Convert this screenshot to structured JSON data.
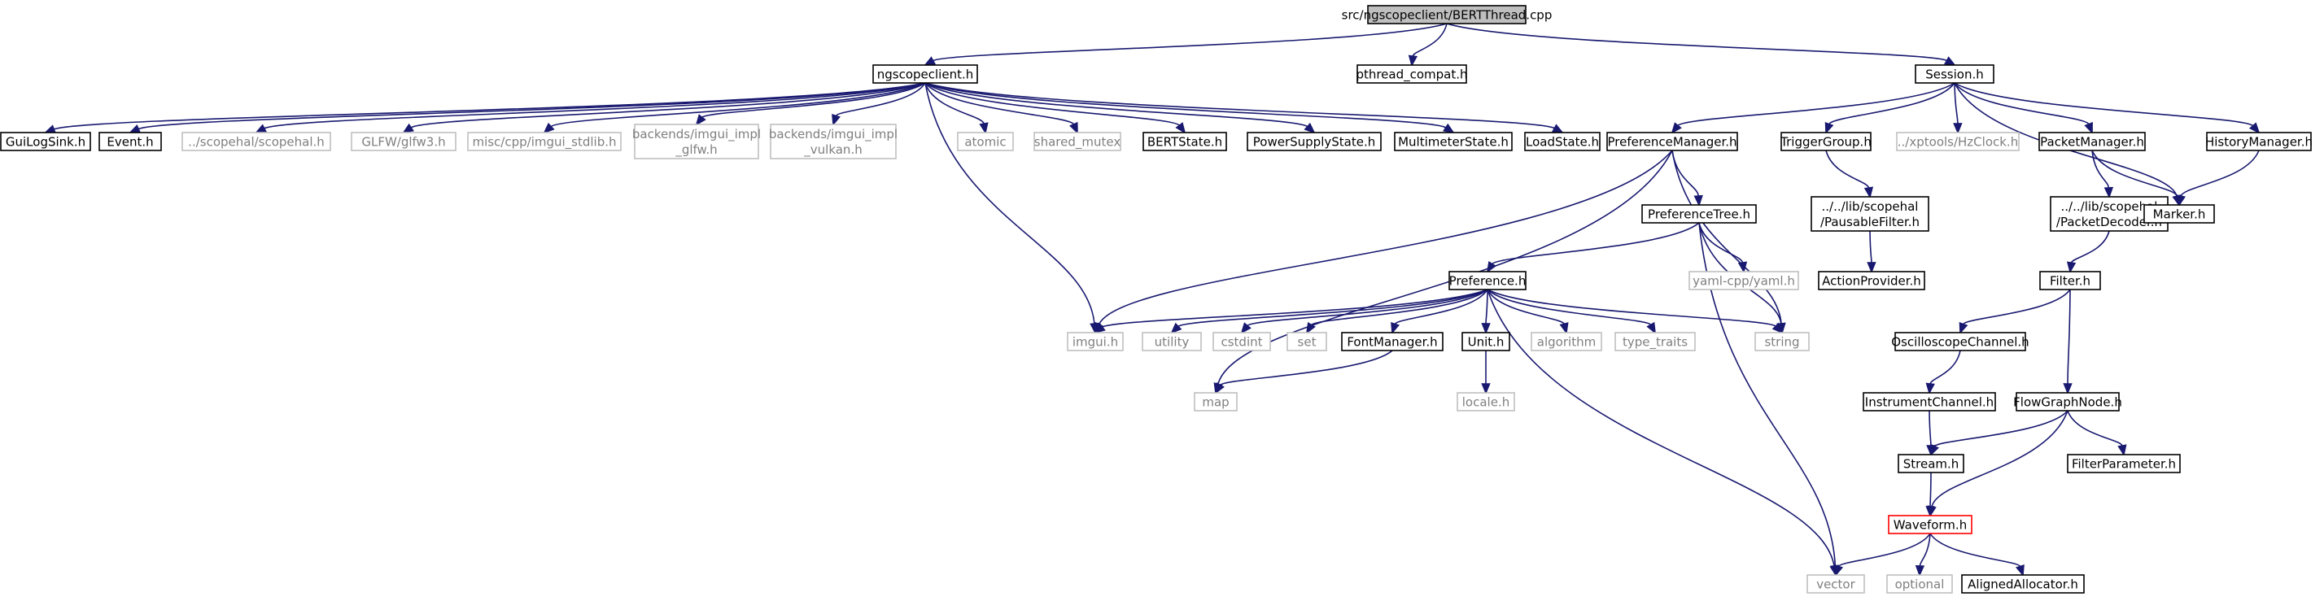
{
  "colors": {
    "edge": "#191970",
    "root_fill": "#bfbfbf",
    "local_border": "#000000",
    "system_border": "#bfbfbf",
    "system_text": "#7f7f7f",
    "missing_border": "#ff0000"
  },
  "nodes": [
    {
      "id": "root",
      "label": [
        "src/ngscopeclient/BERTThread.cpp"
      ],
      "kind": "root"
    },
    {
      "id": "ngscopeclient",
      "label": [
        "ngscopeclient.h"
      ],
      "kind": "local"
    },
    {
      "id": "pthread",
      "label": [
        "pthread_compat.h"
      ],
      "kind": "local"
    },
    {
      "id": "session",
      "label": [
        "Session.h"
      ],
      "kind": "local"
    },
    {
      "id": "guilogsink",
      "label": [
        "GuiLogSink.h"
      ],
      "kind": "local"
    },
    {
      "id": "event",
      "label": [
        "Event.h"
      ],
      "kind": "local"
    },
    {
      "id": "scopehal",
      "label": [
        "../scopehal/scopehal.h"
      ],
      "kind": "system"
    },
    {
      "id": "glfw3",
      "label": [
        "GLFW/glfw3.h"
      ],
      "kind": "system"
    },
    {
      "id": "imguistdlib",
      "label": [
        "misc/cpp/imgui_stdlib.h"
      ],
      "kind": "system"
    },
    {
      "id": "implglfw",
      "label": [
        "backends/imgui_impl",
        "_glfw.h"
      ],
      "kind": "system"
    },
    {
      "id": "implvulkan",
      "label": [
        "backends/imgui_impl",
        "_vulkan.h"
      ],
      "kind": "system"
    },
    {
      "id": "atomic",
      "label": [
        "atomic"
      ],
      "kind": "system"
    },
    {
      "id": "sharedmutex",
      "label": [
        "shared_mutex"
      ],
      "kind": "system"
    },
    {
      "id": "bertstate",
      "label": [
        "BERTState.h"
      ],
      "kind": "local"
    },
    {
      "id": "psustate",
      "label": [
        "PowerSupplyState.h"
      ],
      "kind": "local"
    },
    {
      "id": "mmstate",
      "label": [
        "MultimeterState.h"
      ],
      "kind": "local"
    },
    {
      "id": "loadstate",
      "label": [
        "LoadState.h"
      ],
      "kind": "local"
    },
    {
      "id": "prefmgr",
      "label": [
        "PreferenceManager.h"
      ],
      "kind": "local"
    },
    {
      "id": "triggergroup",
      "label": [
        "TriggerGroup.h"
      ],
      "kind": "local"
    },
    {
      "id": "hzclock",
      "label": [
        "../xptools/HzClock.h"
      ],
      "kind": "system"
    },
    {
      "id": "packetmgr",
      "label": [
        "PacketManager.h"
      ],
      "kind": "local"
    },
    {
      "id": "historymgr",
      "label": [
        "HistoryManager.h"
      ],
      "kind": "local"
    },
    {
      "id": "preftree",
      "label": [
        "PreferenceTree.h"
      ],
      "kind": "local"
    },
    {
      "id": "pausable",
      "label": [
        "../../lib/scopehal",
        "/PausableFilter.h"
      ],
      "kind": "local"
    },
    {
      "id": "packetdecoder",
      "label": [
        "../../lib/scopehal",
        "/PacketDecoder.h"
      ],
      "kind": "local"
    },
    {
      "id": "marker",
      "label": [
        "Marker.h"
      ],
      "kind": "local"
    },
    {
      "id": "preference",
      "label": [
        "Preference.h"
      ],
      "kind": "local"
    },
    {
      "id": "yaml",
      "label": [
        "yaml-cpp/yaml.h"
      ],
      "kind": "system"
    },
    {
      "id": "actionprovider",
      "label": [
        "ActionProvider.h"
      ],
      "kind": "local"
    },
    {
      "id": "filter",
      "label": [
        "Filter.h"
      ],
      "kind": "local"
    },
    {
      "id": "imgui",
      "label": [
        "imgui.h"
      ],
      "kind": "system"
    },
    {
      "id": "utility",
      "label": [
        "utility"
      ],
      "kind": "system"
    },
    {
      "id": "cstdint",
      "label": [
        "cstdint"
      ],
      "kind": "system"
    },
    {
      "id": "set",
      "label": [
        "set"
      ],
      "kind": "system"
    },
    {
      "id": "fontmgr",
      "label": [
        "FontManager.h"
      ],
      "kind": "local"
    },
    {
      "id": "unit",
      "label": [
        "Unit.h"
      ],
      "kind": "local"
    },
    {
      "id": "algorithm",
      "label": [
        "algorithm"
      ],
      "kind": "system"
    },
    {
      "id": "typetraits",
      "label": [
        "type_traits"
      ],
      "kind": "system"
    },
    {
      "id": "string",
      "label": [
        "string"
      ],
      "kind": "system"
    },
    {
      "id": "oscchannel",
      "label": [
        "OscilloscopeChannel.h"
      ],
      "kind": "local"
    },
    {
      "id": "map",
      "label": [
        "map"
      ],
      "kind": "system"
    },
    {
      "id": "locale",
      "label": [
        "locale.h"
      ],
      "kind": "system"
    },
    {
      "id": "instchannel",
      "label": [
        "InstrumentChannel.h"
      ],
      "kind": "local"
    },
    {
      "id": "flowgraph",
      "label": [
        "FlowGraphNode.h"
      ],
      "kind": "local"
    },
    {
      "id": "stream",
      "label": [
        "Stream.h"
      ],
      "kind": "local"
    },
    {
      "id": "filterparam",
      "label": [
        "FilterParameter.h"
      ],
      "kind": "local"
    },
    {
      "id": "waveform",
      "label": [
        "Waveform.h"
      ],
      "kind": "missing"
    },
    {
      "id": "vector",
      "label": [
        "vector"
      ],
      "kind": "system"
    },
    {
      "id": "optional",
      "label": [
        "optional"
      ],
      "kind": "system"
    },
    {
      "id": "alignedalloc",
      "label": [
        "AlignedAllocator.h"
      ],
      "kind": "local"
    }
  ],
  "edges": [
    [
      "root",
      "ngscopeclient"
    ],
    [
      "root",
      "pthread"
    ],
    [
      "root",
      "session"
    ],
    [
      "ngscopeclient",
      "guilogsink"
    ],
    [
      "ngscopeclient",
      "event"
    ],
    [
      "ngscopeclient",
      "scopehal"
    ],
    [
      "ngscopeclient",
      "glfw3"
    ],
    [
      "ngscopeclient",
      "imguistdlib"
    ],
    [
      "ngscopeclient",
      "implglfw"
    ],
    [
      "ngscopeclient",
      "implvulkan"
    ],
    [
      "ngscopeclient",
      "atomic"
    ],
    [
      "ngscopeclient",
      "sharedmutex"
    ],
    [
      "ngscopeclient",
      "bertstate"
    ],
    [
      "ngscopeclient",
      "psustate"
    ],
    [
      "ngscopeclient",
      "mmstate"
    ],
    [
      "ngscopeclient",
      "loadstate"
    ],
    [
      "ngscopeclient",
      "imgui"
    ],
    [
      "session",
      "prefmgr"
    ],
    [
      "session",
      "triggergroup"
    ],
    [
      "session",
      "hzclock"
    ],
    [
      "session",
      "packetmgr"
    ],
    [
      "session",
      "historymgr"
    ],
    [
      "session",
      "marker"
    ],
    [
      "prefmgr",
      "preftree"
    ],
    [
      "prefmgr",
      "imgui"
    ],
    [
      "prefmgr",
      "map"
    ],
    [
      "prefmgr",
      "string"
    ],
    [
      "preftree",
      "preference"
    ],
    [
      "preftree",
      "yaml"
    ],
    [
      "preftree",
      "string"
    ],
    [
      "preftree",
      "vector"
    ],
    [
      "preference",
      "imgui"
    ],
    [
      "preference",
      "utility"
    ],
    [
      "preference",
      "cstdint"
    ],
    [
      "preference",
      "set"
    ],
    [
      "preference",
      "fontmgr"
    ],
    [
      "preference",
      "unit"
    ],
    [
      "preference",
      "algorithm"
    ],
    [
      "preference",
      "typetraits"
    ],
    [
      "preference",
      "string"
    ],
    [
      "preference",
      "vector"
    ],
    [
      "fontmgr",
      "map"
    ],
    [
      "unit",
      "locale"
    ],
    [
      "triggergroup",
      "pausable"
    ],
    [
      "pausable",
      "actionprovider"
    ],
    [
      "packetmgr",
      "packetdecoder"
    ],
    [
      "packetmgr",
      "marker"
    ],
    [
      "historymgr",
      "marker"
    ],
    [
      "packetdecoder",
      "filter"
    ],
    [
      "filter",
      "oscchannel"
    ],
    [
      "filter",
      "flowgraph"
    ],
    [
      "oscchannel",
      "instchannel"
    ],
    [
      "instchannel",
      "stream"
    ],
    [
      "flowgraph",
      "stream"
    ],
    [
      "flowgraph",
      "filterparam"
    ],
    [
      "flowgraph",
      "waveform"
    ],
    [
      "stream",
      "waveform"
    ],
    [
      "waveform",
      "vector"
    ],
    [
      "waveform",
      "optional"
    ],
    [
      "waveform",
      "alignedalloc"
    ]
  ]
}
